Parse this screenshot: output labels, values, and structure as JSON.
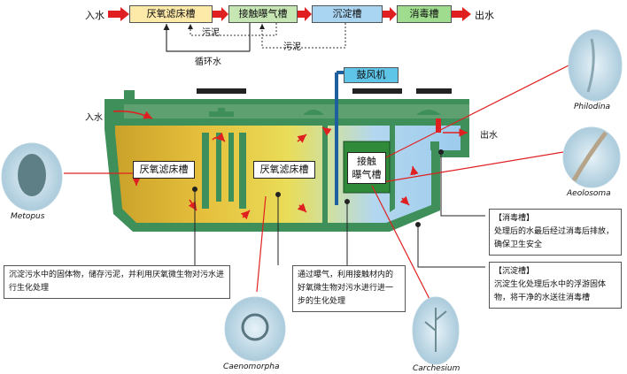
{
  "flow": {
    "inflow": "入水",
    "step1": "厌氧滤床槽",
    "step2": "接触曝气槽",
    "step3": "沉淀槽",
    "step4": "消毒槽",
    "outflow": "出水",
    "sludge1": "污泥",
    "sludge2": "污泥",
    "recycle": "循环水"
  },
  "tank": {
    "inflow": "入水",
    "outflow": "出水",
    "blower": "鼓风机",
    "anaerobe1": "厌氧滤床槽",
    "anaerobe2": "厌氧滤床槽",
    "contact_line1": "接触",
    "contact_line2": "曝气槽"
  },
  "notes": {
    "disinfect_title": "【消毒槽】",
    "disinfect_body": "处理后的水最后经过消毒后排放，确保卫生安全",
    "settle_title": "【沉淀槽】",
    "settle_body": "沉淀生化处理后水中的浮游固体物，将干净的水送往消毒槽",
    "anaerobic_body": "沉淀污水中的固体物，储存污泥，并利用厌氧微生物对污水进行生化处理",
    "aeration_body": "通过曝气，利用接触材内的好氧微生物对污水进行进一步的生化处理"
  },
  "organisms": {
    "o1": "Philodina",
    "o2": "Aeolosoma",
    "o3": "Metopus",
    "o4": "Caenomorpha",
    "o5": "Carchesium"
  },
  "colors": {
    "anaerobic_box": "#fde9a8",
    "aeration_box": "#c6e7b4",
    "settle_box": "#a9d4f2",
    "disinfect_box": "#9fdc8e",
    "tank_green": "#3e8f5a",
    "arrow_red": "#e02020"
  }
}
